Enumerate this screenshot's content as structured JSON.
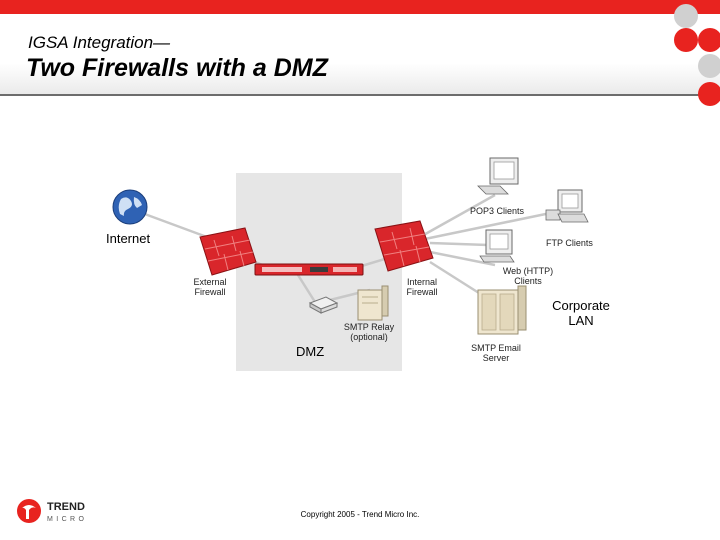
{
  "header": {
    "subtitle": "IGSA Integration—",
    "title": "Two Firewalls with a DMZ"
  },
  "diagram": {
    "internet": "Internet",
    "pop3": "POP3 Clients",
    "ftp": "FTP Clients",
    "web_line1": "Web (HTTP)",
    "web_line2": "Clients",
    "external_fw_line1": "External",
    "external_fw_line2": "Firewall",
    "internal_fw_line1": "Internal",
    "internal_fw_line2": "Firewall",
    "smtp_relay_line1": "SMTP Relay",
    "smtp_relay_line2": "(optional)",
    "dmz": "DMZ",
    "corporate_line1": "Corporate",
    "corporate_line2": "LAN",
    "smtp_server_line1": "SMTP Email",
    "smtp_server_line2": "Server"
  },
  "footer": {
    "copyright": "Copyright 2005 - Trend Micro Inc.",
    "logo_line1": "TREND",
    "logo_line2": "MICRO"
  },
  "colors": {
    "brand_red": "#e8231f",
    "firewall_red": "#d9262b",
    "dmz_gray": "#e6e6e6"
  }
}
